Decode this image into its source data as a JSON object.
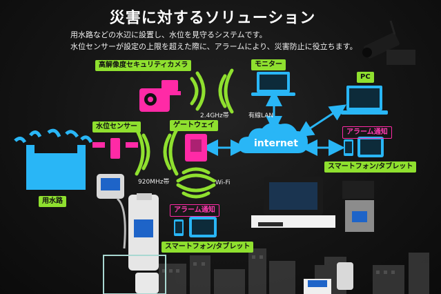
{
  "title": "災害に対するソリューション",
  "subtitle_lines": [
    "用水路などの水辺に設置し、水位を見守るシステムです。",
    "水位センサーが設定の上限を超えた際に、アラームにより、災害防止に役立ちます。"
  ],
  "labels": {
    "camera": "高解像度セキュリティカメラ",
    "monitor": "モニター",
    "pc": "PC",
    "alarm_top": "アラーム通知",
    "smartphone_top": "スマートフォン/タブレット",
    "water_sensor": "水位センサー",
    "gateway": "ゲートウェイ",
    "canal": "用水路",
    "alarm_bottom": "アラーム通知",
    "smartphone_bottom": "スマートフォン/タブレット",
    "ghz": "2.4GHz帯",
    "lan": "有線LAN",
    "mhz": "920MHz帯",
    "wifi": "Wi-Fi",
    "internet": "internet"
  },
  "colors": {
    "green": "#8fe02f",
    "blue": "#29b6f6",
    "magenta": "#ff2aa6"
  },
  "icons": [
    "camera-icon",
    "monitor-icon",
    "pc-icon",
    "cloud-icon",
    "gateway-icon",
    "water-tank-icon",
    "sensor-icon",
    "smartphone-icon",
    "tablet-icon",
    "wifi-waves-icon",
    "arrow-icon"
  ]
}
